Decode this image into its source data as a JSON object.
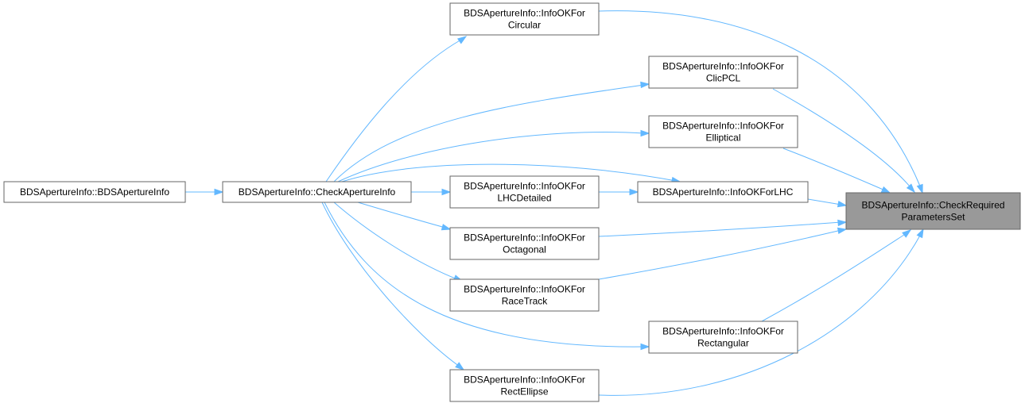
{
  "nodes": {
    "check_required": {
      "lines": [
        "BDSApertureInfo::CheckRequired",
        "ParametersSet"
      ]
    },
    "circular": {
      "lines": [
        "BDSApertureInfo::InfoOKFor",
        "Circular"
      ]
    },
    "clicpcl": {
      "lines": [
        "BDSApertureInfo::InfoOKFor",
        "ClicPCL"
      ]
    },
    "elliptical": {
      "lines": [
        "BDSApertureInfo::InfoOKFor",
        "Elliptical"
      ]
    },
    "lhc": {
      "lines": [
        "BDSApertureInfo::InfoOKForLHC"
      ]
    },
    "lhcdetailed": {
      "lines": [
        "BDSApertureInfo::InfoOKFor",
        "LHCDetailed"
      ]
    },
    "octagonal": {
      "lines": [
        "BDSApertureInfo::InfoOKFor",
        "Octagonal"
      ]
    },
    "racetrack": {
      "lines": [
        "BDSApertureInfo::InfoOKFor",
        "RaceTrack"
      ]
    },
    "rectangular": {
      "lines": [
        "BDSApertureInfo::InfoOKFor",
        "Rectangular"
      ]
    },
    "rectellipse": {
      "lines": [
        "BDSApertureInfo::InfoOKFor",
        "RectEllipse"
      ]
    },
    "check_aperture": {
      "lines": [
        "BDSApertureInfo::CheckApertureInfo"
      ]
    },
    "constructor": {
      "lines": [
        "BDSApertureInfo::BDSApertureInfo"
      ]
    }
  },
  "edges": [
    {
      "from": "circular",
      "to": "check_required"
    },
    {
      "from": "clicpcl",
      "to": "check_required"
    },
    {
      "from": "elliptical",
      "to": "check_required"
    },
    {
      "from": "lhc",
      "to": "check_required"
    },
    {
      "from": "octagonal",
      "to": "check_required"
    },
    {
      "from": "racetrack",
      "to": "check_required"
    },
    {
      "from": "rectangular",
      "to": "check_required"
    },
    {
      "from": "rectellipse",
      "to": "check_required"
    },
    {
      "from": "lhcdetailed",
      "to": "lhc"
    },
    {
      "from": "check_aperture",
      "to": "circular"
    },
    {
      "from": "check_aperture",
      "to": "clicpcl"
    },
    {
      "from": "check_aperture",
      "to": "elliptical"
    },
    {
      "from": "check_aperture",
      "to": "lhc"
    },
    {
      "from": "check_aperture",
      "to": "lhcdetailed"
    },
    {
      "from": "check_aperture",
      "to": "octagonal"
    },
    {
      "from": "check_aperture",
      "to": "racetrack"
    },
    {
      "from": "check_aperture",
      "to": "rectangular"
    },
    {
      "from": "check_aperture",
      "to": "rectellipse"
    },
    {
      "from": "constructor",
      "to": "check_aperture"
    }
  ],
  "colors": {
    "edge": "#63b8ff",
    "node_border": "#666666",
    "node_fill": "#ffffff",
    "root_fill": "#999999"
  }
}
